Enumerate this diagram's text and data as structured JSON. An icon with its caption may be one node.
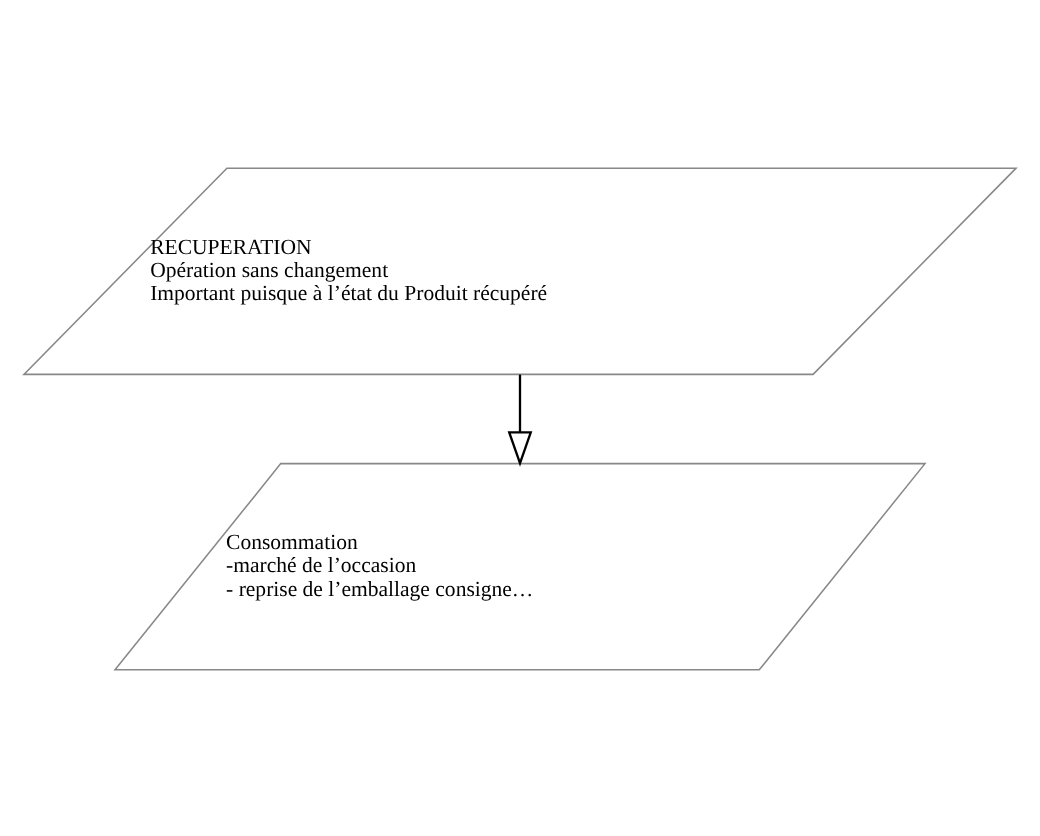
{
  "diagram": {
    "nodes": [
      {
        "text": [
          "RECUPERATION",
          "Opération sans changement",
          "Important puisque à l’état du Produit récupéré"
        ]
      },
      {
        "text": [
          "Consommation",
          "-marché de l’occasion",
          "- reprise de l’emballage consigne…"
        ]
      }
    ],
    "edges": [
      {
        "from": 0,
        "to": 1,
        "arrow": "to"
      }
    ]
  }
}
